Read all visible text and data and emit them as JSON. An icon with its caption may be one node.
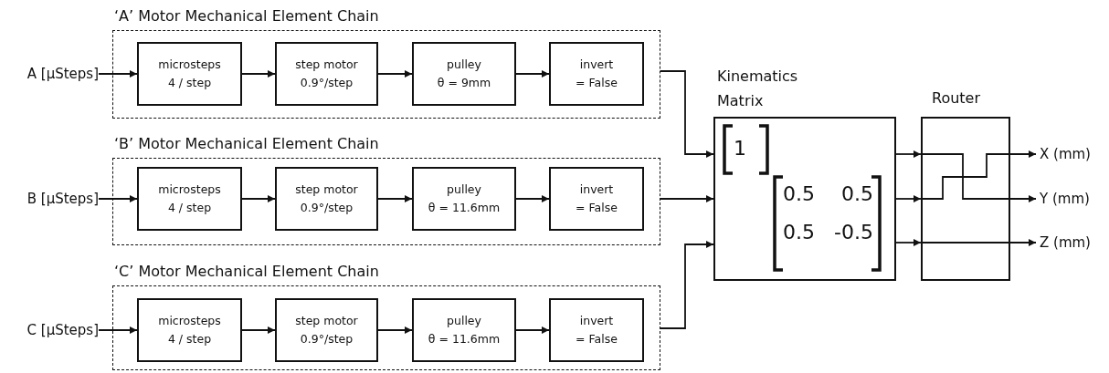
{
  "diagram": {
    "nodes": [
      {
        "text": [
          "A [µSteps]"
        ]
      },
      {
        "text": [
          "‘A’ Motor Mechanical Element Chain"
        ]
      },
      {
        "text": [
          "microsteps",
          "4 / step"
        ],
        "in": 1
      },
      {
        "text": [
          "step motor",
          "0.9°/step"
        ],
        "in": 1
      },
      {
        "text": [
          "pulley",
          "θ = 9mm"
        ],
        "in": 1
      },
      {
        "text": [
          "invert",
          "= False"
        ],
        "in": 1
      },
      {
        "text": [
          "B [µSteps]"
        ]
      },
      {
        "text": [
          "‘B’ Motor Mechanical Element Chain"
        ]
      },
      {
        "text": [
          "microsteps",
          "4 / step"
        ],
        "in": 7
      },
      {
        "text": [
          "step motor",
          "0.9°/step"
        ],
        "in": 7
      },
      {
        "text": [
          "pulley",
          "θ = 11.6mm"
        ],
        "in": 7
      },
      {
        "text": [
          "invert",
          "= False"
        ],
        "in": 7
      },
      {
        "text": [
          "C [µSteps]"
        ]
      },
      {
        "text": [
          "‘C’ Motor Mechanical Element Chain"
        ]
      },
      {
        "text": [
          "microsteps",
          "4 / step"
        ],
        "in": 13
      },
      {
        "text": [
          "step motor",
          "0.9°/step"
        ],
        "in": 13
      },
      {
        "text": [
          "pulley",
          "θ = 11.6mm"
        ],
        "in": 13
      },
      {
        "text": [
          "invert",
          "= False"
        ],
        "in": 13
      },
      {
        "text": [
          "Kinematics Matrix",
          "1",
          "0.5",
          "0.5",
          "0.5",
          "-0.5"
        ]
      },
      {
        "text": [
          "Router"
        ]
      },
      {
        "text": [
          "X (mm)"
        ]
      },
      {
        "text": [
          "Y (mm)"
        ]
      },
      {
        "text": [
          "Z (mm)"
        ]
      }
    ],
    "edges": [
      {
        "from": 0,
        "to": 2,
        "arrow": "to"
      },
      {
        "from": 2,
        "to": 3,
        "arrow": "to"
      },
      {
        "from": 3,
        "to": 4,
        "arrow": "to"
      },
      {
        "from": 4,
        "to": 5,
        "arrow": "to"
      },
      {
        "from": 6,
        "to": 8,
        "arrow": "to"
      },
      {
        "from": 8,
        "to": 9,
        "arrow": "to"
      },
      {
        "from": 9,
        "to": 10,
        "arrow": "to"
      },
      {
        "from": 10,
        "to": 11,
        "arrow": "to"
      },
      {
        "from": 12,
        "to": 14,
        "arrow": "to"
      },
      {
        "from": 14,
        "to": 15,
        "arrow": "to"
      },
      {
        "from": 15,
        "to": 16,
        "arrow": "to"
      },
      {
        "from": 16,
        "to": 17,
        "arrow": "to"
      },
      {
        "from": 1,
        "to": 18,
        "arrow": "to"
      },
      {
        "from": 7,
        "to": 18,
        "arrow": "to"
      },
      {
        "from": 13,
        "to": 18,
        "arrow": "to"
      },
      {
        "from": 18,
        "to": 19,
        "arrow": "to"
      },
      {
        "from": 18,
        "to": 19,
        "arrow": "to"
      },
      {
        "from": 18,
        "to": 19,
        "arrow": "to"
      },
      {
        "from": 19,
        "to": 21,
        "arrow": "to"
      },
      {
        "from": 19,
        "to": 20,
        "arrow": "to"
      },
      {
        "from": 19,
        "to": 22,
        "arrow": "to"
      }
    ]
  }
}
